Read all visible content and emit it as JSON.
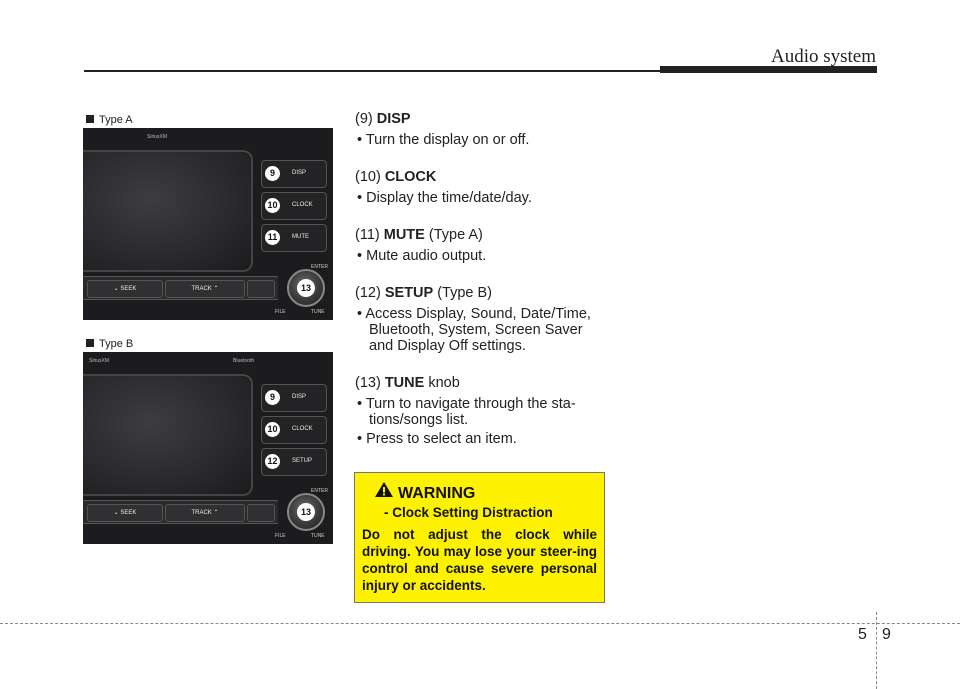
{
  "header": {
    "title": "Audio system"
  },
  "figures": {
    "type_a": {
      "label": "Type A",
      "buttons": [
        {
          "badge": "9",
          "label": "DISP"
        },
        {
          "badge": "10",
          "label": "CLOCK"
        },
        {
          "badge": "11",
          "label": "MUTE"
        }
      ],
      "seek_label": "SEEK",
      "track_label": "TRACK",
      "knob_badge": "13",
      "enter_label": "ENTER",
      "file_label": "FILE",
      "tune_label": "TUNE",
      "brand_left": "SiriusXM"
    },
    "type_b": {
      "label": "Type B",
      "buttons": [
        {
          "badge": "9",
          "label": "DISP"
        },
        {
          "badge": "10",
          "label": "CLOCK"
        },
        {
          "badge": "12",
          "label": "SETUP"
        }
      ],
      "seek_label": "SEEK",
      "track_label": "TRACK",
      "knob_badge": "13",
      "enter_label": "ENTER",
      "file_label": "FILE",
      "tune_label": "TUNE",
      "brand_left": "SiriusXM",
      "brand_right": "Bluetooth"
    }
  },
  "items": [
    {
      "num": "(9)",
      "name": "DISP",
      "suffix": "",
      "bullets": [
        "Turn the display on or off."
      ]
    },
    {
      "num": "(10)",
      "name": "CLOCK",
      "suffix": "",
      "bullets": [
        "Display the time/date/day."
      ]
    },
    {
      "num": "(11)",
      "name": "MUTE",
      "suffix": " (Type A)",
      "bullets": [
        "Mute audio output."
      ]
    },
    {
      "num": "(12)",
      "name": "SETUP",
      "suffix": " (Type B)",
      "bullets": [
        "Access Display, Sound, Date/Time,",
        "Bluetooth, System, Screen Saver",
        "and Display Off settings."
      ]
    },
    {
      "num": "(13)",
      "name": "TUNE",
      "suffix": " knob",
      "bullets": [
        "Turn to navigate through the sta-",
        "tions/songs list.",
        "Press to select an item."
      ]
    }
  ],
  "warning": {
    "title": "WARNING",
    "subtitle": "- Clock Setting Distraction",
    "body": "Do not adjust the clock while driving. You may lose your steer-ing control and cause severe personal injury or accidents."
  },
  "footer": {
    "chapter": "5",
    "page": "9"
  },
  "colors": {
    "warning_bg": "#fff200",
    "panel": "#1c1c1e"
  }
}
